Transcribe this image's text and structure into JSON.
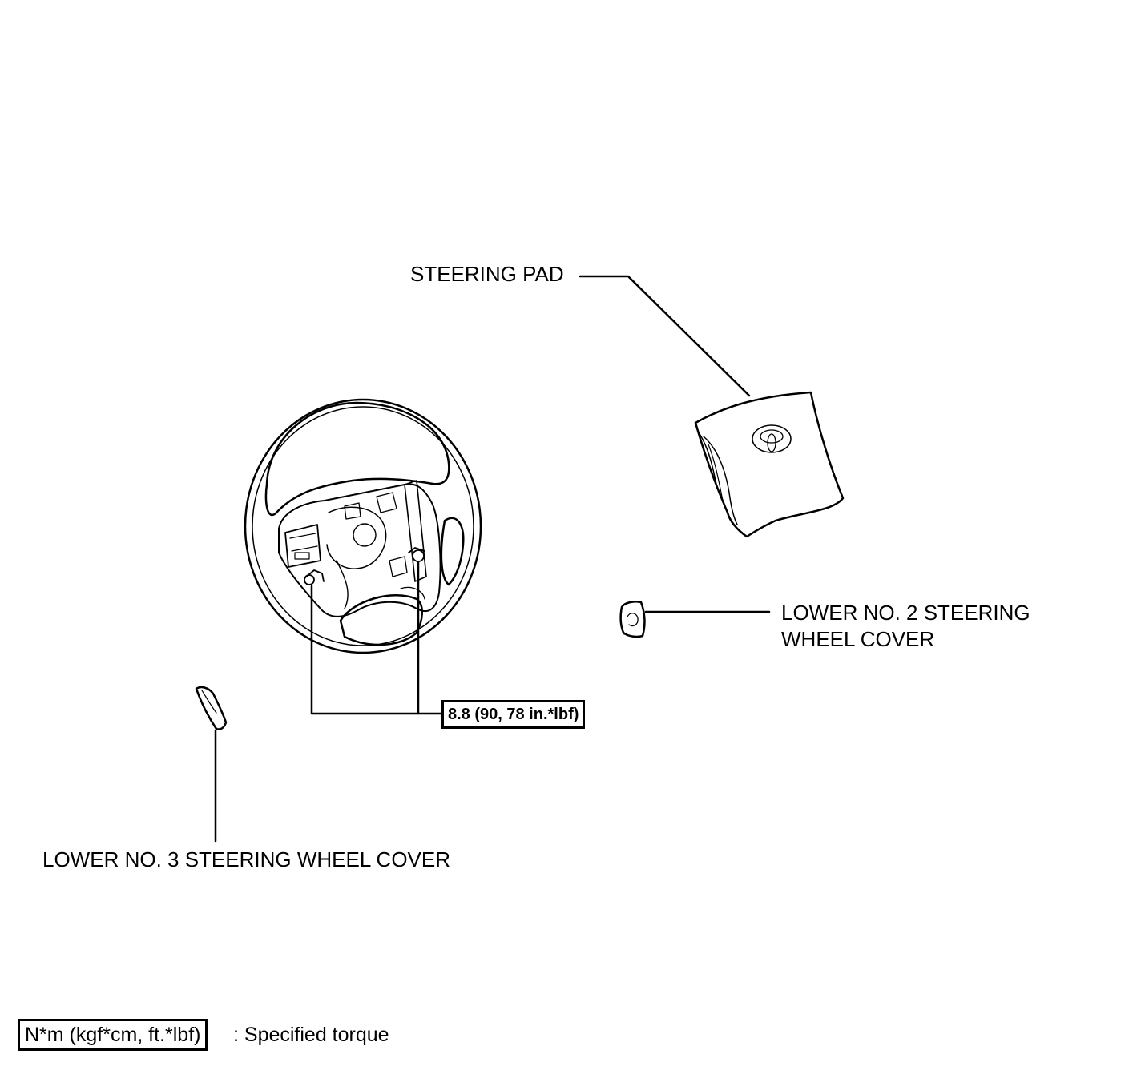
{
  "labels": {
    "steering_pad": "STEERING PAD",
    "lower_no2_line1": "LOWER NO. 2 STEERING",
    "lower_no2_line2": "WHEEL COVER",
    "lower_no3": "LOWER NO. 3 STEERING WHEEL COVER"
  },
  "torque": {
    "bolt_value": "8.8 (90, 78 in.*lbf)"
  },
  "legend": {
    "unit_box": "N*m (kgf*cm, ft.*lbf)",
    "description": ": Specified torque"
  },
  "icons": {
    "steering_wheel": "steering-wheel-illustration",
    "steering_pad": "steering-pad-illustration",
    "lower_no2_cover": "lower-no2-cover-illustration",
    "lower_no3_cover": "lower-no3-cover-illustration",
    "bolt": "bolt-icon",
    "logo": "toyota-emblem"
  }
}
